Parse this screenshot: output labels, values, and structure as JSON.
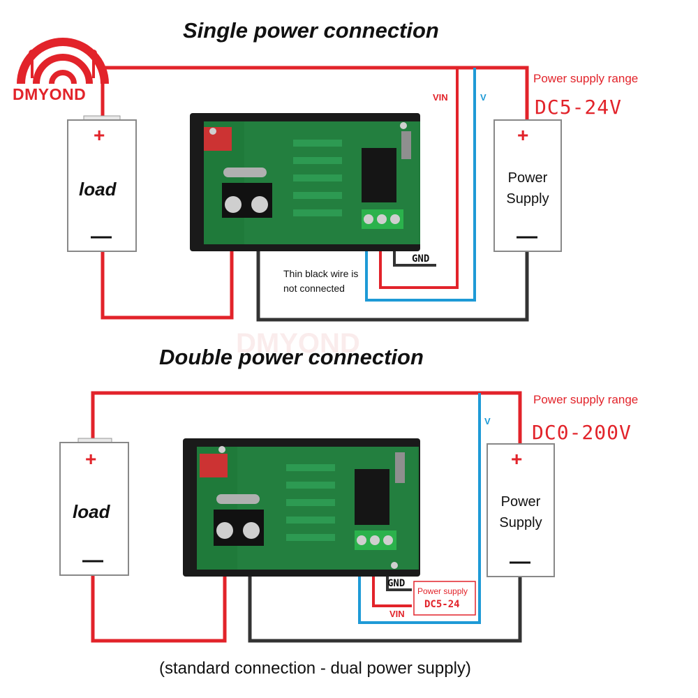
{
  "logo": {
    "text": "DMYOND",
    "icon": "signal-arc-logo-icon",
    "color": "#e2232a"
  },
  "watermark": {
    "text": "DMYOND"
  },
  "colors": {
    "red_wire": "#e2232a",
    "blue_wire": "#1e9ad6",
    "black_wire": "#333333",
    "pcb_green": "#1f7a3a"
  },
  "single": {
    "title": "Single power connection",
    "load": {
      "plus": "+",
      "label": "load",
      "minus": "—"
    },
    "supply": {
      "plus": "+",
      "line1": "Power",
      "line2": "Supply",
      "minus": "—"
    },
    "range_label": "Power supply range",
    "range_value": "DC5-24V",
    "vin_label": "VIN",
    "v_label": "V",
    "gnd_label": "GND",
    "note_line1": "Thin black wire is",
    "note_line2": "not connected"
  },
  "double": {
    "title": "Double power connection",
    "load": {
      "plus": "+",
      "label": "load",
      "minus": "—"
    },
    "supply": {
      "plus": "+",
      "line1": "Power",
      "line2": "Supply",
      "minus": "—"
    },
    "range_label": "Power supply range",
    "range_value": "DC0-200V",
    "v_label": "V",
    "gnd_label": "GND",
    "vin_label": "VIN",
    "aux_supply_label": "Power supply",
    "aux_supply_value": "DC5-24"
  },
  "caption": "(standard connection - dual power supply)"
}
